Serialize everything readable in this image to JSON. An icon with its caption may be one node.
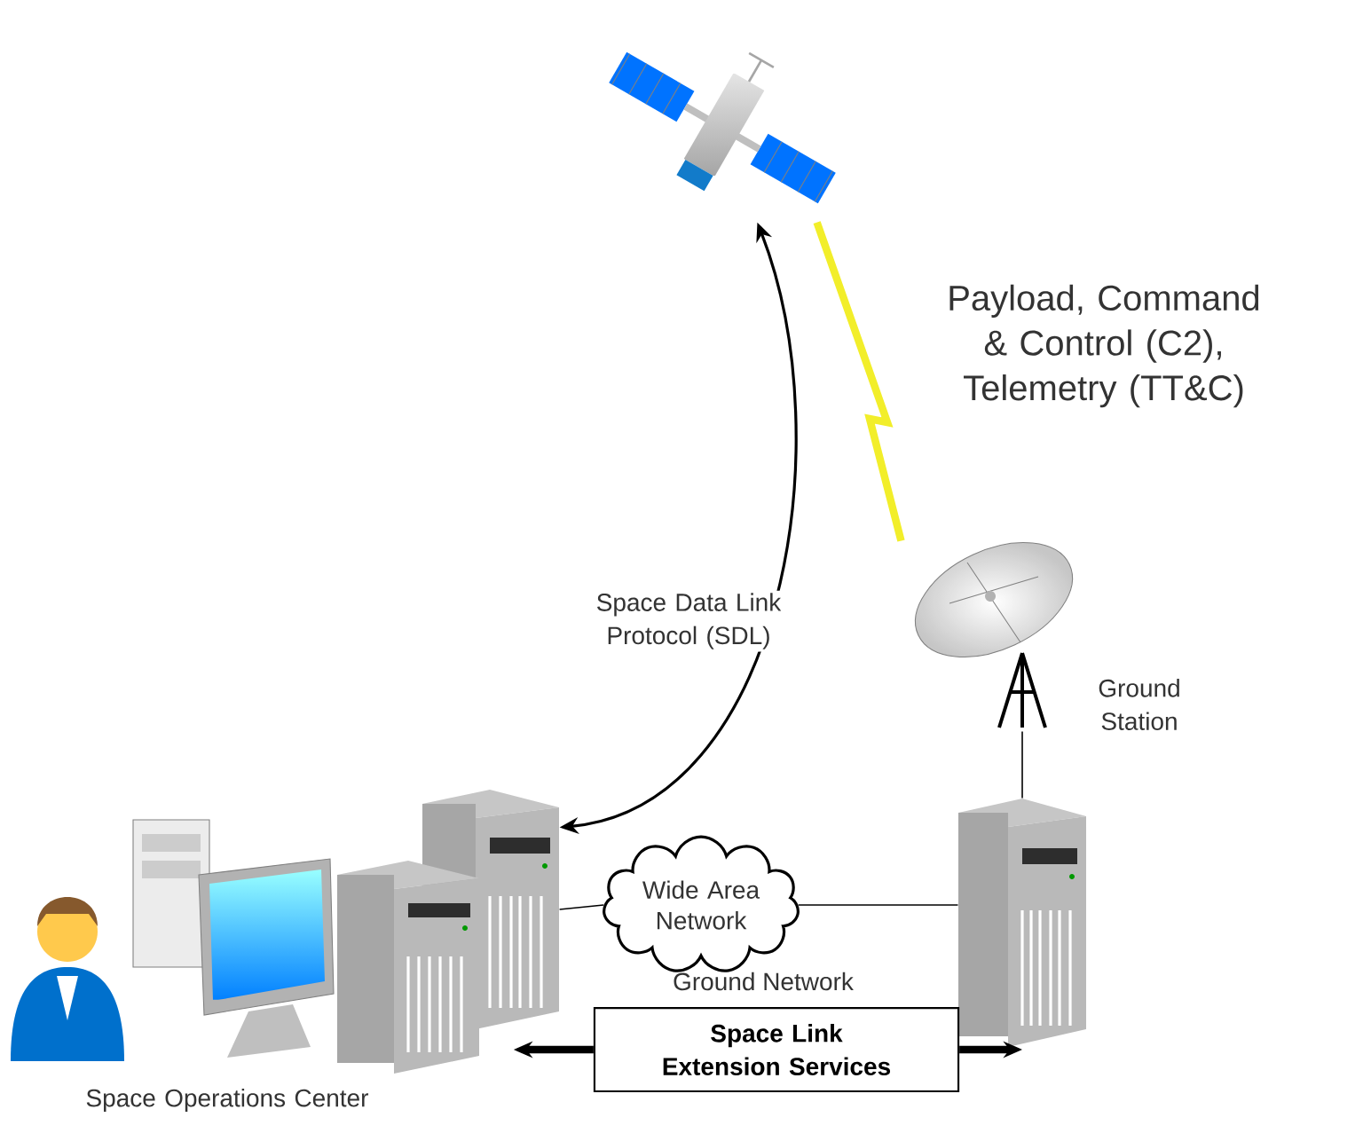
{
  "diagram": {
    "nodes": [
      {
        "text": [],
        "shape": "picture"
      },
      {
        "text": [
          "Ground Station"
        ]
      },
      {
        "text": [],
        "shape": "picture"
      },
      {
        "text": [],
        "shape": "picture"
      },
      {
        "text": [],
        "shape": "picture"
      },
      {
        "text": [],
        "shape": "picture",
        "beside": [
          "Space Operations Center"
        ]
      },
      {
        "text": [
          "Wide Area Network"
        ]
      },
      {
        "text": [
          "Space Link Extension Services"
        ]
      }
    ],
    "edges": [
      {
        "from": 3,
        "to": 0,
        "arrow": "both",
        "label": "Space Data Link Protocol (SDL)"
      },
      {
        "from": 0,
        "to": 1,
        "arrow": "none",
        "color": "#f2ee2a",
        "style": "thick",
        "label": "Payload, Command & Control (C2), Telemetry (TT&C)"
      },
      {
        "from": 1,
        "to": 2,
        "arrow": "none"
      },
      {
        "from": 3,
        "to": 6,
        "arrow": "none"
      },
      {
        "from": 6,
        "to": 2,
        "arrow": "none"
      },
      {
        "from": 7,
        "to": null,
        "arrow": "to",
        "style": "thick"
      },
      {
        "from": 7,
        "to": 2,
        "arrow": "to",
        "style": "thick"
      }
    ],
    "labels": [
      "Ground Network"
    ]
  }
}
